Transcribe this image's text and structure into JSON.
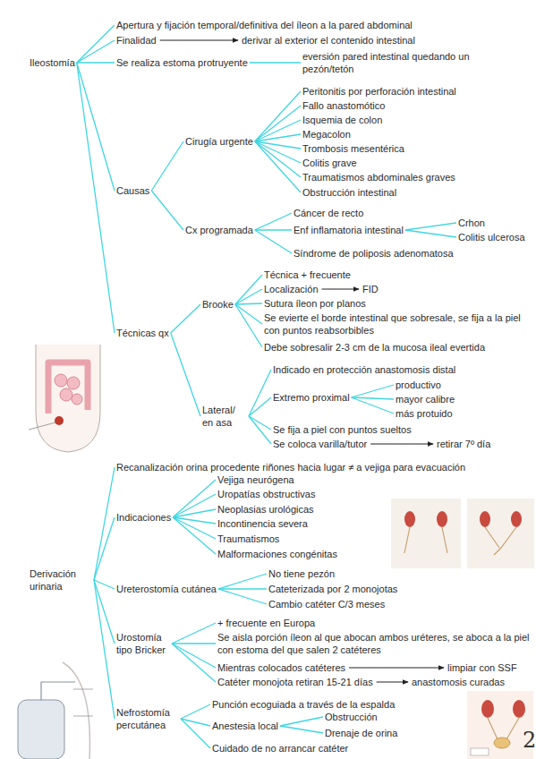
{
  "diagram": {
    "nodes": [
      {
        "text": [
          "Ileostomía"
        ]
      },
      {
        "text": [
          "Apertura y fijación temporal/definitiva del íleon a la pared abdominal"
        ]
      },
      {
        "text": [
          "Finalidad"
        ]
      },
      {
        "text": [
          "derivar al exterior el contenido intestinal"
        ]
      },
      {
        "text": [
          "Se realiza estoma protruyente"
        ]
      },
      {
        "text": [
          "eversión pared intestinal quedando un pezón/tetón"
        ]
      },
      {
        "text": [
          "Causas"
        ]
      },
      {
        "text": [
          "Cirugía urgente"
        ]
      },
      {
        "text": [
          "Peritonitis por perforación intestinal"
        ]
      },
      {
        "text": [
          "Fallo anastomótico"
        ]
      },
      {
        "text": [
          "Isquemia de colon"
        ]
      },
      {
        "text": [
          "Megacolon"
        ]
      },
      {
        "text": [
          "Trombosis mesentérica"
        ]
      },
      {
        "text": [
          "Colitis grave"
        ]
      },
      {
        "text": [
          "Traumatismos abdominales graves"
        ]
      },
      {
        "text": [
          "Obstrucción intestinal"
        ]
      },
      {
        "text": [
          "Cx programada"
        ]
      },
      {
        "text": [
          "Cáncer de recto"
        ]
      },
      {
        "text": [
          "Enf inflamatoria intestinal"
        ]
      },
      {
        "text": [
          "Crhon"
        ]
      },
      {
        "text": [
          "Colitis ulcerosa"
        ]
      },
      {
        "text": [
          "Síndrome de poliposis adenomatosa"
        ]
      },
      {
        "text": [
          "Técnicas qx"
        ]
      },
      {
        "text": [
          "Brooke"
        ]
      },
      {
        "text": [
          "Técnica + frecuente"
        ]
      },
      {
        "text": [
          "Localización"
        ]
      },
      {
        "text": [
          "FID"
        ]
      },
      {
        "text": [
          "Sutura íleon por planos"
        ]
      },
      {
        "text": [
          "Se evierte el borde intestinal que sobresale, se fija a la piel con puntos reabsorbibles"
        ]
      },
      {
        "text": [
          "Debe sobresalir 2-3 cm de la mucosa ileal evertida"
        ]
      },
      {
        "text": [
          "Lateral/ en asa"
        ]
      },
      {
        "text": [
          "Indicado en protección anastomosis distal"
        ]
      },
      {
        "text": [
          "Extremo proximal"
        ]
      },
      {
        "text": [
          "productivo"
        ]
      },
      {
        "text": [
          "mayor calibre"
        ]
      },
      {
        "text": [
          "más protuido"
        ]
      },
      {
        "text": [
          "Se fija a piel con puntos sueltos"
        ]
      },
      {
        "text": [
          "Se coloca varilla/tutor"
        ]
      },
      {
        "text": [
          "retirar 7º día"
        ]
      },
      {
        "text": [
          "Derivación urinaria"
        ]
      },
      {
        "text": [
          "Recanalización orina procedente riñones hacia lugar ≠ a vejiga para evacuación"
        ]
      },
      {
        "text": [
          "Indicaciones"
        ]
      },
      {
        "text": [
          "Vejiga neurógena"
        ]
      },
      {
        "text": [
          "Uropatías obstructivas"
        ]
      },
      {
        "text": [
          "Neoplasias urológicas"
        ]
      },
      {
        "text": [
          "Incontinencia severa"
        ]
      },
      {
        "text": [
          "Traumatismos"
        ]
      },
      {
        "text": [
          "Malformaciones congénitas"
        ]
      },
      {
        "text": [
          "Ureterostomía cutánea"
        ]
      },
      {
        "text": [
          "No tiene pezón"
        ]
      },
      {
        "text": [
          "Cateterizada por 2 monojotas"
        ]
      },
      {
        "text": [
          "Cambio catéter C/3 meses"
        ]
      },
      {
        "text": [
          "Urostomía tipo Bricker"
        ]
      },
      {
        "text": [
          "+ frecuente en Europa"
        ]
      },
      {
        "text": [
          "Se aisla porción íleon al que abocan ambos uréteres, se aboca a la piel con estoma del que salen 2 catéteres"
        ]
      },
      {
        "text": [
          "Mientras colocados catéteres"
        ]
      },
      {
        "text": [
          "limpiar con SSF"
        ]
      },
      {
        "text": [
          "Catéter monojota retiran 15-21 días"
        ]
      },
      {
        "text": [
          "anastomosis curadas"
        ]
      },
      {
        "text": [
          "Nefrostomía percutánea"
        ]
      },
      {
        "text": [
          "Punción ecoguiada a través de la espalda"
        ]
      },
      {
        "text": [
          "Anestesia local"
        ]
      },
      {
        "text": [
          "Obstrucción"
        ]
      },
      {
        "text": [
          "Drenaje de orina"
        ]
      },
      {
        "text": [
          "Cuidado de no arrancar catéter"
        ]
      }
    ],
    "edges": [
      {
        "from": 0,
        "to": 1,
        "arrow": "none"
      },
      {
        "from": 0,
        "to": 2,
        "arrow": "none"
      },
      {
        "from": 0,
        "to": 4,
        "arrow": "none"
      },
      {
        "from": 0,
        "to": 6,
        "arrow": "none"
      },
      {
        "from": 0,
        "to": 22,
        "arrow": "none"
      },
      {
        "from": 2,
        "to": 3,
        "arrow": "to"
      },
      {
        "from": 4,
        "to": 5,
        "arrow": "none"
      },
      {
        "from": 6,
        "to": 7,
        "arrow": "none"
      },
      {
        "from": 6,
        "to": 16,
        "arrow": "none"
      },
      {
        "from": 7,
        "to": 8,
        "arrow": "none"
      },
      {
        "from": 7,
        "to": 9,
        "arrow": "none"
      },
      {
        "from": 7,
        "to": 10,
        "arrow": "none"
      },
      {
        "from": 7,
        "to": 11,
        "arrow": "none"
      },
      {
        "from": 7,
        "to": 12,
        "arrow": "none"
      },
      {
        "from": 7,
        "to": 13,
        "arrow": "none"
      },
      {
        "from": 7,
        "to": 14,
        "arrow": "none"
      },
      {
        "from": 7,
        "to": 15,
        "arrow": "none"
      },
      {
        "from": 16,
        "to": 17,
        "arrow": "none"
      },
      {
        "from": 16,
        "to": 18,
        "arrow": "none"
      },
      {
        "from": 16,
        "to": 21,
        "arrow": "none"
      },
      {
        "from": 18,
        "to": 19,
        "arrow": "none"
      },
      {
        "from": 18,
        "to": 20,
        "arrow": "none"
      },
      {
        "from": 22,
        "to": 23,
        "arrow": "none"
      },
      {
        "from": 22,
        "to": 30,
        "arrow": "none"
      },
      {
        "from": 23,
        "to": 24,
        "arrow": "none"
      },
      {
        "from": 23,
        "to": 25,
        "arrow": "none"
      },
      {
        "from": 23,
        "to": 27,
        "arrow": "none"
      },
      {
        "from": 23,
        "to": 28,
        "arrow": "none"
      },
      {
        "from": 23,
        "to": 29,
        "arrow": "none"
      },
      {
        "from": 25,
        "to": 26,
        "arrow": "to"
      },
      {
        "from": 30,
        "to": 31,
        "arrow": "none"
      },
      {
        "from": 30,
        "to": 32,
        "arrow": "none"
      },
      {
        "from": 30,
        "to": 36,
        "arrow": "none"
      },
      {
        "from": 30,
        "to": 37,
        "arrow": "none"
      },
      {
        "from": 32,
        "to": 33,
        "arrow": "none"
      },
      {
        "from": 32,
        "to": 34,
        "arrow": "none"
      },
      {
        "from": 32,
        "to": 35,
        "arrow": "none"
      },
      {
        "from": 37,
        "to": 38,
        "arrow": "to"
      },
      {
        "from": 39,
        "to": 40,
        "arrow": "none"
      },
      {
        "from": 39,
        "to": 41,
        "arrow": "none"
      },
      {
        "from": 39,
        "to": 48,
        "arrow": "none"
      },
      {
        "from": 39,
        "to": 52,
        "arrow": "none"
      },
      {
        "from": 39,
        "to": 59,
        "arrow": "none"
      },
      {
        "from": 41,
        "to": 42,
        "arrow": "none"
      },
      {
        "from": 41,
        "to": 43,
        "arrow": "none"
      },
      {
        "from": 41,
        "to": 44,
        "arrow": "none"
      },
      {
        "from": 41,
        "to": 45,
        "arrow": "none"
      },
      {
        "from": 41,
        "to": 46,
        "arrow": "none"
      },
      {
        "from": 41,
        "to": 47,
        "arrow": "none"
      },
      {
        "from": 48,
        "to": 49,
        "arrow": "none"
      },
      {
        "from": 48,
        "to": 50,
        "arrow": "none"
      },
      {
        "from": 48,
        "to": 51,
        "arrow": "none"
      },
      {
        "from": 52,
        "to": 53,
        "arrow": "none"
      },
      {
        "from": 52,
        "to": 54,
        "arrow": "none"
      },
      {
        "from": 52,
        "to": 55,
        "arrow": "none"
      },
      {
        "from": 52,
        "to": 57,
        "arrow": "none"
      },
      {
        "from": 55,
        "to": 56,
        "arrow": "to"
      },
      {
        "from": 57,
        "to": 58,
        "arrow": "to"
      },
      {
        "from": 59,
        "to": 60,
        "arrow": "none"
      },
      {
        "from": 59,
        "to": 61,
        "arrow": "none"
      },
      {
        "from": 59,
        "to": 64,
        "arrow": "none"
      },
      {
        "from": 61,
        "to": 62,
        "arrow": "none"
      },
      {
        "from": 61,
        "to": 63,
        "arrow": "none"
      }
    ],
    "labels": [
      "2"
    ]
  }
}
